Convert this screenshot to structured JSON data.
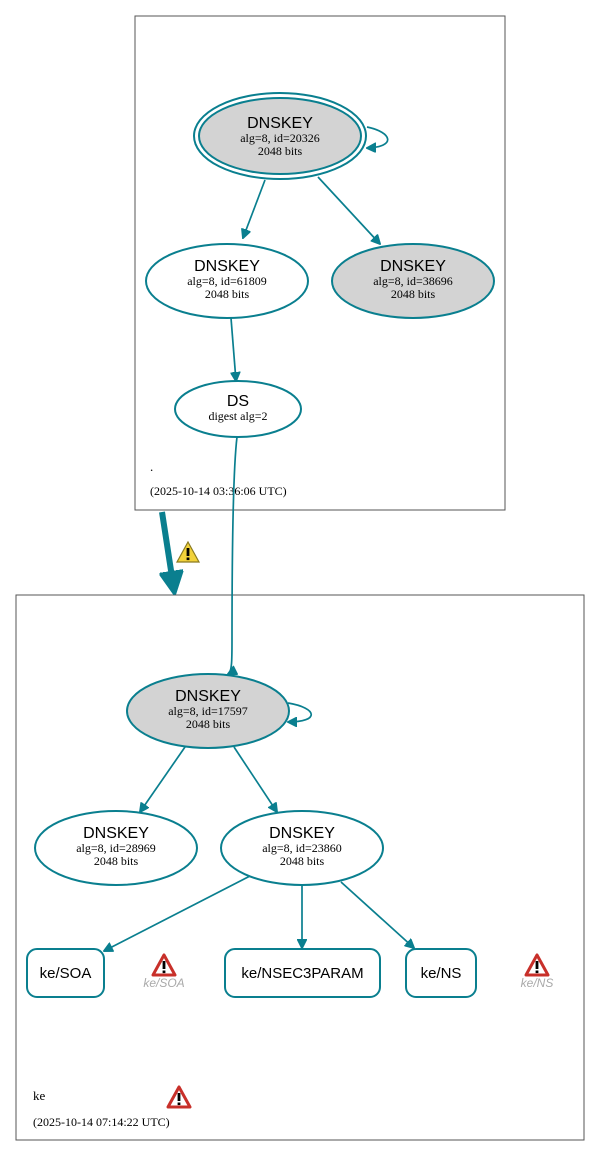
{
  "zones": {
    "root": {
      "name": ".",
      "timestamp": "(2025-10-14 03:36:06 UTC)"
    },
    "ke": {
      "name": "ke",
      "timestamp": "(2025-10-14 07:14:22 UTC)"
    }
  },
  "nodes": {
    "root_ksk": {
      "title": "DNSKEY",
      "line1": "alg=8, id=20326",
      "line2": "2048 bits"
    },
    "root_zsk1": {
      "title": "DNSKEY",
      "line1": "alg=8, id=61809",
      "line2": "2048 bits"
    },
    "root_zsk2": {
      "title": "DNSKEY",
      "line1": "alg=8, id=38696",
      "line2": "2048 bits"
    },
    "ds": {
      "title": "DS",
      "line1": "digest alg=2"
    },
    "ke_ksk": {
      "title": "DNSKEY",
      "line1": "alg=8, id=17597",
      "line2": "2048 bits"
    },
    "ke_zsk1": {
      "title": "DNSKEY",
      "line1": "alg=8, id=28969",
      "line2": "2048 bits"
    },
    "ke_zsk2": {
      "title": "DNSKEY",
      "line1": "alg=8, id=23860",
      "line2": "2048 bits"
    }
  },
  "rrsets": {
    "soa": "ke/SOA",
    "nsec3param": "ke/NSEC3PARAM",
    "ns": "ke/NS"
  },
  "warnings": {
    "soa": "ke/SOA",
    "ns": "ke/NS"
  },
  "colors": {
    "edge": "#0a7f8f",
    "grey_fill": "#d3d3d3",
    "warning_yellow": "#f2d23a",
    "error_red": "#c8302a"
  }
}
